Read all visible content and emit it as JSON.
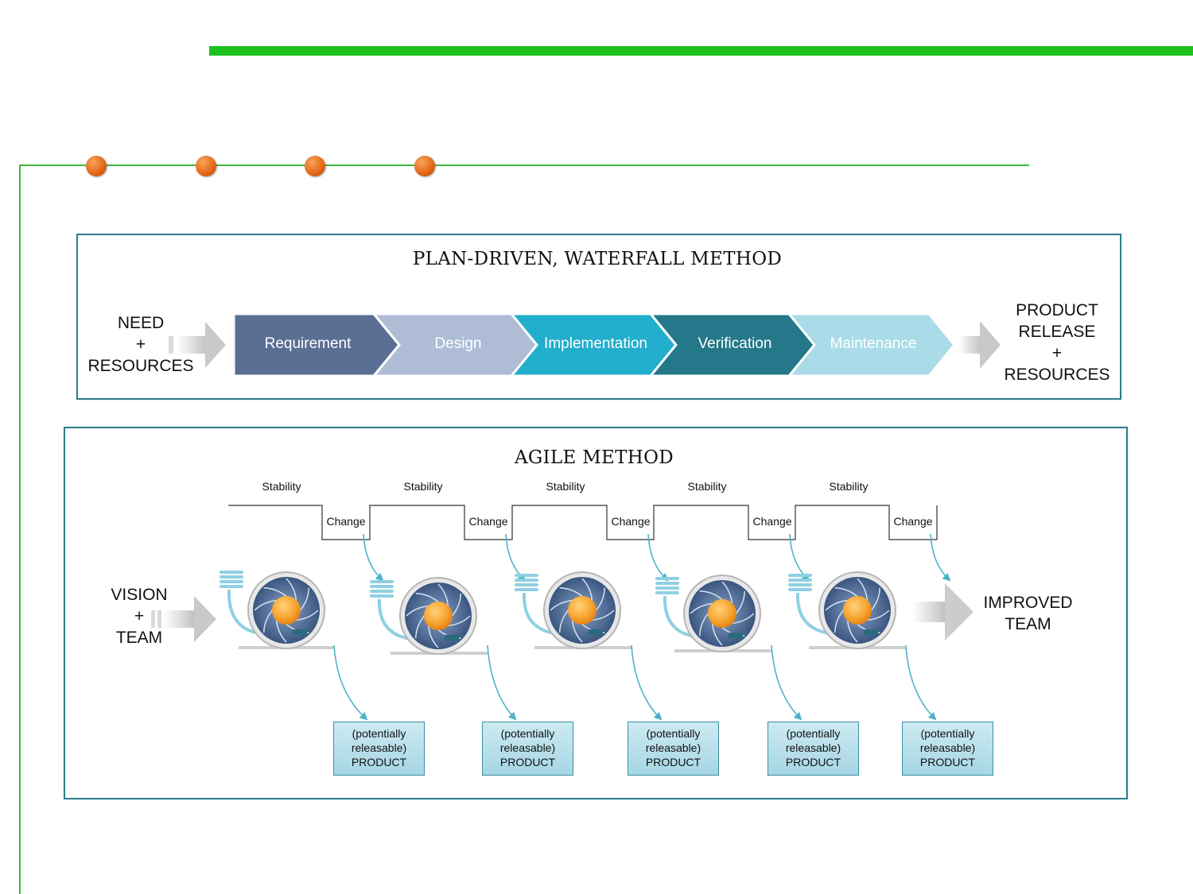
{
  "waterfall": {
    "title": "PLAN-DRIVEN, WATERFALL METHOD",
    "input": [
      "NEED",
      "+",
      "RESOURCES"
    ],
    "output": [
      "PRODUCT",
      "RELEASE",
      "+",
      "RESOURCES"
    ],
    "phases": [
      {
        "label": "Requirement",
        "color": "#5a6f94"
      },
      {
        "label": "Design",
        "color": "#aebcd6"
      },
      {
        "label": "Implementation",
        "color": "#22aecd"
      },
      {
        "label": "Verification",
        "color": "#24788a"
      },
      {
        "label": "Maintenance",
        "color": "#a9dce8"
      }
    ]
  },
  "agile": {
    "title": "AGILE METHOD",
    "input": [
      "VISION",
      "+",
      "TEAM"
    ],
    "output": [
      "IMPROVED",
      "TEAM"
    ],
    "stability_labels": [
      "Stability",
      "Stability",
      "Stability",
      "Stability",
      "Stability"
    ],
    "change_labels": [
      "Change",
      "Change",
      "Change",
      "Change",
      "Change"
    ],
    "products": [
      [
        "(potentially",
        "releasable)",
        "PRODUCT"
      ],
      [
        "(potentially",
        "releasable)",
        "PRODUCT"
      ],
      [
        "(potentially",
        "releasable)",
        "PRODUCT"
      ],
      [
        "(potentially",
        "releasable)",
        "PRODUCT"
      ],
      [
        "(potentially",
        "releasable)",
        "PRODUCT"
      ]
    ]
  },
  "colors": {
    "green": "#1ec21e",
    "orange": "#e56a1a",
    "teal": "#2a7f8d"
  }
}
